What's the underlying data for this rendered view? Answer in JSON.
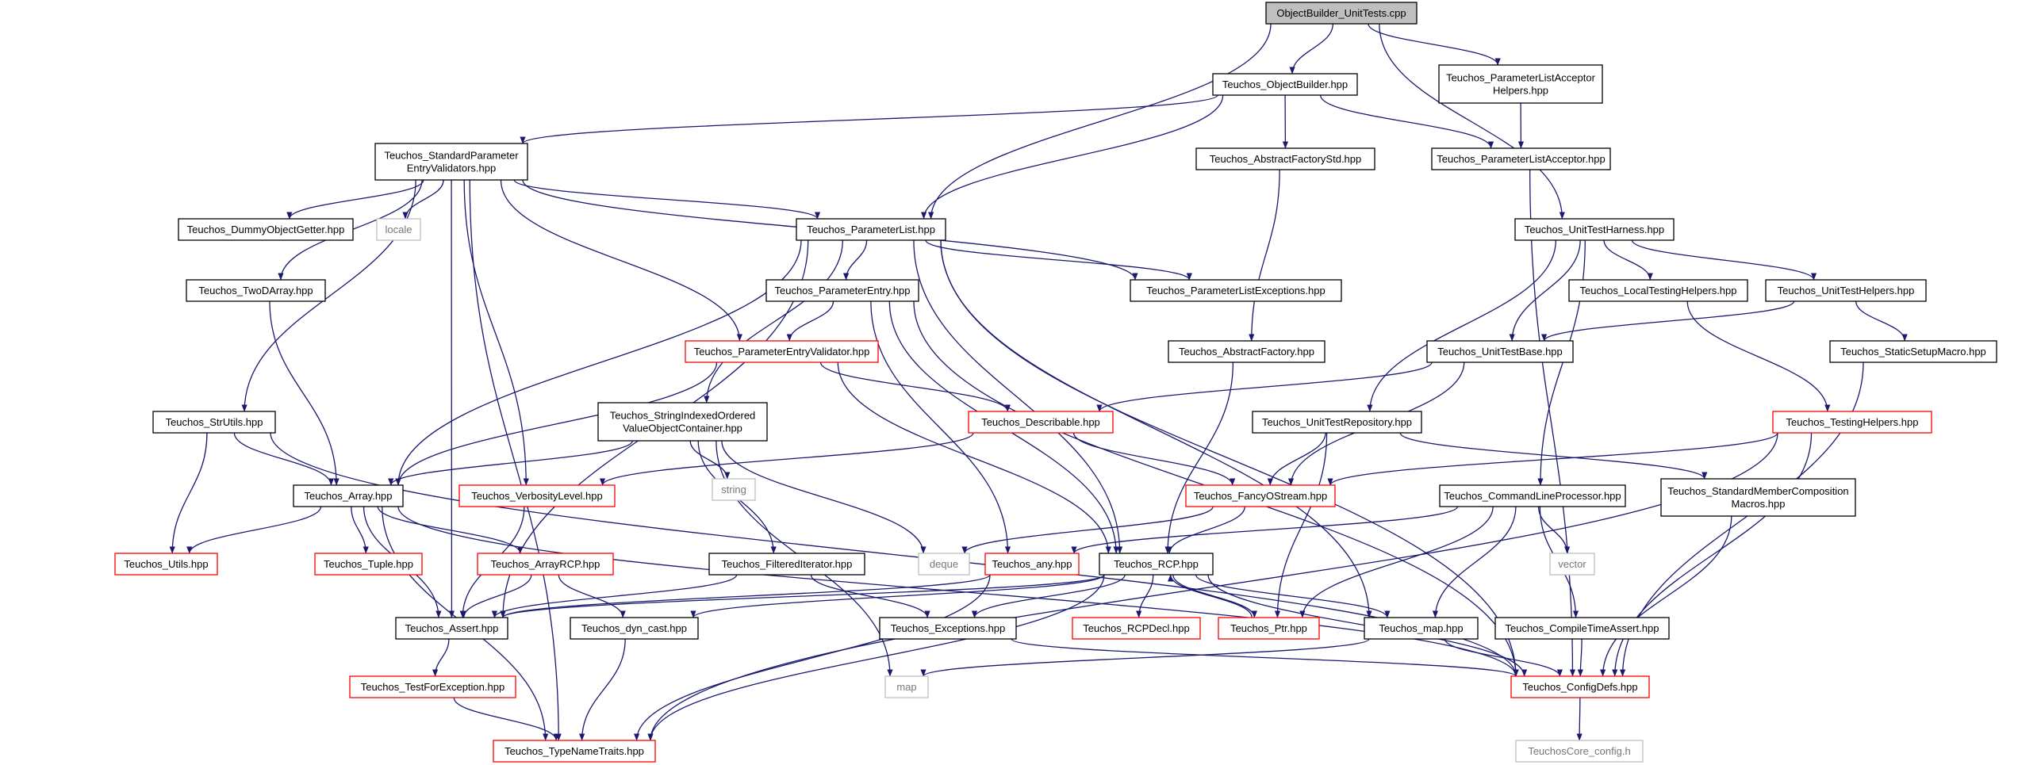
{
  "colors": {
    "edge": "#191970",
    "normal_border": "#000000",
    "incomplete_border": "#ff0000",
    "system_border": "#bfbfbf",
    "root_fill": "#bfbfbf",
    "fill": "#ffffff"
  },
  "nodes": [
    {
      "id": "root",
      "lines": [
        "ObjectBuilder_UnitTests.cpp"
      ],
      "kind": "root"
    },
    {
      "id": "objbuilder",
      "lines": [
        "Teuchos_ObjectBuilder.hpp"
      ],
      "kind": "normal"
    },
    {
      "id": "plaHelpers",
      "lines": [
        "Teuchos_ParameterListAcceptor",
        "Helpers.hpp"
      ],
      "kind": "normal"
    },
    {
      "id": "stdPEV",
      "lines": [
        "Teuchos_StandardParameter",
        "EntryValidators.hpp"
      ],
      "kind": "normal"
    },
    {
      "id": "absFactStd",
      "lines": [
        "Teuchos_AbstractFactoryStd.hpp"
      ],
      "kind": "normal"
    },
    {
      "id": "pla",
      "lines": [
        "Teuchos_ParameterListAcceptor.hpp"
      ],
      "kind": "normal"
    },
    {
      "id": "dummy",
      "lines": [
        "Teuchos_DummyObjectGetter.hpp"
      ],
      "kind": "normal"
    },
    {
      "id": "locale",
      "lines": [
        "locale"
      ],
      "kind": "system"
    },
    {
      "id": "paramList",
      "lines": [
        "Teuchos_ParameterList.hpp"
      ],
      "kind": "normal"
    },
    {
      "id": "uth",
      "lines": [
        "Teuchos_UnitTestHarness.hpp"
      ],
      "kind": "normal"
    },
    {
      "id": "twoD",
      "lines": [
        "Teuchos_TwoDArray.hpp"
      ],
      "kind": "normal"
    },
    {
      "id": "paramEntry",
      "lines": [
        "Teuchos_ParameterEntry.hpp"
      ],
      "kind": "normal"
    },
    {
      "id": "plExc",
      "lines": [
        "Teuchos_ParameterListExceptions.hpp"
      ],
      "kind": "normal"
    },
    {
      "id": "localTH",
      "lines": [
        "Teuchos_LocalTestingHelpers.hpp"
      ],
      "kind": "normal"
    },
    {
      "id": "utHelpers",
      "lines": [
        "Teuchos_UnitTestHelpers.hpp"
      ],
      "kind": "normal"
    },
    {
      "id": "pev",
      "lines": [
        "Teuchos_ParameterEntryValidator.hpp"
      ],
      "kind": "incomplete"
    },
    {
      "id": "absFact",
      "lines": [
        "Teuchos_AbstractFactory.hpp"
      ],
      "kind": "normal"
    },
    {
      "id": "utBase",
      "lines": [
        "Teuchos_UnitTestBase.hpp"
      ],
      "kind": "normal"
    },
    {
      "id": "staticSetup",
      "lines": [
        "Teuchos_StaticSetupMacro.hpp"
      ],
      "kind": "normal"
    },
    {
      "id": "strUtils",
      "lines": [
        "Teuchos_StrUtils.hpp"
      ],
      "kind": "normal"
    },
    {
      "id": "sioVOC",
      "lines": [
        "Teuchos_StringIndexedOrdered",
        "ValueObjectContainer.hpp"
      ],
      "kind": "normal"
    },
    {
      "id": "describable",
      "lines": [
        "Teuchos_Describable.hpp"
      ],
      "kind": "incomplete"
    },
    {
      "id": "utRepo",
      "lines": [
        "Teuchos_UnitTestRepository.hpp"
      ],
      "kind": "normal"
    },
    {
      "id": "testingHelpers",
      "lines": [
        "Teuchos_TestingHelpers.hpp"
      ],
      "kind": "incomplete"
    },
    {
      "id": "string",
      "lines": [
        "string"
      ],
      "kind": "system"
    },
    {
      "id": "array",
      "lines": [
        "Teuchos_Array.hpp"
      ],
      "kind": "normal"
    },
    {
      "id": "verbosity",
      "lines": [
        "Teuchos_VerbosityLevel.hpp"
      ],
      "kind": "incomplete"
    },
    {
      "id": "fancy",
      "lines": [
        "Teuchos_FancyOStream.hpp"
      ],
      "kind": "incomplete"
    },
    {
      "id": "clp",
      "lines": [
        "Teuchos_CommandLineProcessor.hpp"
      ],
      "kind": "normal"
    },
    {
      "id": "smcm",
      "lines": [
        "Teuchos_StandardMemberComposition",
        "Macros.hpp"
      ],
      "kind": "normal"
    },
    {
      "id": "utils",
      "lines": [
        "Teuchos_Utils.hpp"
      ],
      "kind": "incomplete"
    },
    {
      "id": "tuple",
      "lines": [
        "Teuchos_Tuple.hpp"
      ],
      "kind": "incomplete"
    },
    {
      "id": "arrayRCP",
      "lines": [
        "Teuchos_ArrayRCP.hpp"
      ],
      "kind": "incomplete"
    },
    {
      "id": "filtered",
      "lines": [
        "Teuchos_FilteredIterator.hpp"
      ],
      "kind": "normal"
    },
    {
      "id": "deque",
      "lines": [
        "deque"
      ],
      "kind": "system"
    },
    {
      "id": "any",
      "lines": [
        "Teuchos_any.hpp"
      ],
      "kind": "incomplete"
    },
    {
      "id": "rcp",
      "lines": [
        "Teuchos_RCP.hpp"
      ],
      "kind": "normal"
    },
    {
      "id": "vector",
      "lines": [
        "vector"
      ],
      "kind": "system"
    },
    {
      "id": "assert",
      "lines": [
        "Teuchos_Assert.hpp"
      ],
      "kind": "normal"
    },
    {
      "id": "dyncast",
      "lines": [
        "Teuchos_dyn_cast.hpp"
      ],
      "kind": "normal"
    },
    {
      "id": "exceptions",
      "lines": [
        "Teuchos_Exceptions.hpp"
      ],
      "kind": "normal"
    },
    {
      "id": "rcpDecl",
      "lines": [
        "Teuchos_RCPDecl.hpp"
      ],
      "kind": "incomplete"
    },
    {
      "id": "ptr",
      "lines": [
        "Teuchos_Ptr.hpp"
      ],
      "kind": "incomplete"
    },
    {
      "id": "map_hpp",
      "lines": [
        "Teuchos_map.hpp"
      ],
      "kind": "normal"
    },
    {
      "id": "cta",
      "lines": [
        "Teuchos_CompileTimeAssert.hpp"
      ],
      "kind": "normal"
    },
    {
      "id": "testForExc",
      "lines": [
        "Teuchos_TestForException.hpp"
      ],
      "kind": "incomplete"
    },
    {
      "id": "map",
      "lines": [
        "map"
      ],
      "kind": "system"
    },
    {
      "id": "configDefs",
      "lines": [
        "Teuchos_ConfigDefs.hpp"
      ],
      "kind": "incomplete"
    },
    {
      "id": "typeName",
      "lines": [
        "Teuchos_TypeNameTraits.hpp"
      ],
      "kind": "incomplete"
    },
    {
      "id": "coreConfig",
      "lines": [
        "TeuchosCore_config.h"
      ],
      "kind": "system"
    }
  ],
  "edges": [
    [
      "root",
      "objbuilder"
    ],
    [
      "root",
      "plaHelpers"
    ],
    [
      "root",
      "paramList"
    ],
    [
      "root",
      "uth"
    ],
    [
      "objbuilder",
      "stdPEV"
    ],
    [
      "objbuilder",
      "absFactStd"
    ],
    [
      "objbuilder",
      "pla"
    ],
    [
      "objbuilder",
      "paramList"
    ],
    [
      "plaHelpers",
      "pla"
    ],
    [
      "pla",
      "configDefs"
    ],
    [
      "absFactStd",
      "absFact"
    ],
    [
      "absFact",
      "rcp"
    ],
    [
      "stdPEV",
      "dummy"
    ],
    [
      "stdPEV",
      "locale"
    ],
    [
      "stdPEV",
      "paramList"
    ],
    [
      "stdPEV",
      "twoD"
    ],
    [
      "stdPEV",
      "strUtils"
    ],
    [
      "stdPEV",
      "verbosity"
    ],
    [
      "stdPEV",
      "pev"
    ],
    [
      "stdPEV",
      "plExc"
    ],
    [
      "stdPEV",
      "assert"
    ],
    [
      "stdPEV",
      "typeName"
    ],
    [
      "paramList",
      "paramEntry"
    ],
    [
      "paramList",
      "plExc"
    ],
    [
      "paramList",
      "array"
    ],
    [
      "paramList",
      "sioVOC"
    ],
    [
      "paramList",
      "rcp"
    ],
    [
      "paramList",
      "assert"
    ],
    [
      "paramList",
      "map_hpp"
    ],
    [
      "paramList",
      "configDefs"
    ],
    [
      "paramEntry",
      "pev"
    ],
    [
      "paramEntry",
      "any"
    ],
    [
      "paramEntry",
      "rcp"
    ],
    [
      "paramEntry",
      "configDefs"
    ],
    [
      "pev",
      "describable"
    ],
    [
      "pev",
      "array"
    ],
    [
      "pev",
      "rcp"
    ],
    [
      "twoD",
      "array"
    ],
    [
      "strUtils",
      "array"
    ],
    [
      "strUtils",
      "utils"
    ],
    [
      "strUtils",
      "configDefs"
    ],
    [
      "sioVOC",
      "array"
    ],
    [
      "sioVOC",
      "filtered"
    ],
    [
      "sioVOC",
      "string"
    ],
    [
      "sioVOC",
      "deque"
    ],
    [
      "sioVOC",
      "map"
    ],
    [
      "describable",
      "verbosity"
    ],
    [
      "describable",
      "fancy"
    ],
    [
      "verbosity",
      "assert"
    ],
    [
      "array",
      "utils"
    ],
    [
      "array",
      "tuple"
    ],
    [
      "array",
      "arrayRCP"
    ],
    [
      "array",
      "assert"
    ],
    [
      "array",
      "typeName"
    ],
    [
      "array",
      "configDefs"
    ],
    [
      "arrayRCP",
      "assert"
    ],
    [
      "arrayRCP",
      "dyncast"
    ],
    [
      "filtered",
      "assert"
    ],
    [
      "filtered",
      "exceptions"
    ],
    [
      "any",
      "assert"
    ],
    [
      "any",
      "typeName"
    ],
    [
      "uth",
      "utBase"
    ],
    [
      "uth",
      "localTH"
    ],
    [
      "uth",
      "utHelpers"
    ],
    [
      "uth",
      "utRepo"
    ],
    [
      "uth",
      "clp"
    ],
    [
      "utHelpers",
      "utBase"
    ],
    [
      "utHelpers",
      "staticSetup"
    ],
    [
      "localTH",
      "testingHelpers"
    ],
    [
      "staticSetup",
      "configDefs"
    ],
    [
      "utBase",
      "describable"
    ],
    [
      "utBase",
      "fancy"
    ],
    [
      "utRepo",
      "fancy"
    ],
    [
      "utRepo",
      "ptr"
    ],
    [
      "utRepo",
      "smcm"
    ],
    [
      "testingHelpers",
      "fancy"
    ],
    [
      "testingHelpers",
      "configDefs"
    ],
    [
      "testingHelpers",
      "typeName"
    ],
    [
      "smcm",
      "configDefs"
    ],
    [
      "fancy",
      "rcp"
    ],
    [
      "fancy",
      "deque"
    ],
    [
      "clp",
      "any"
    ],
    [
      "clp",
      "vector"
    ],
    [
      "clp",
      "ptr"
    ],
    [
      "clp",
      "map_hpp"
    ],
    [
      "clp",
      "cta"
    ],
    [
      "cta",
      "configDefs"
    ],
    [
      "rcp",
      "assert"
    ],
    [
      "rcp",
      "dyncast"
    ],
    [
      "rcp",
      "exceptions"
    ],
    [
      "rcp",
      "rcpDecl"
    ],
    [
      "rcp",
      "ptr"
    ],
    [
      "rcp",
      "map_hpp"
    ],
    [
      "rcp",
      "configDefs"
    ],
    [
      "rcp",
      "typeName"
    ],
    [
      "ptr",
      "rcp"
    ],
    [
      "map_hpp",
      "map"
    ],
    [
      "map_hpp",
      "configDefs"
    ],
    [
      "assert",
      "testForExc"
    ],
    [
      "testForExc",
      "typeName"
    ],
    [
      "dyncast",
      "typeName"
    ],
    [
      "exceptions",
      "configDefs"
    ],
    [
      "configDefs",
      "coreConfig"
    ]
  ]
}
